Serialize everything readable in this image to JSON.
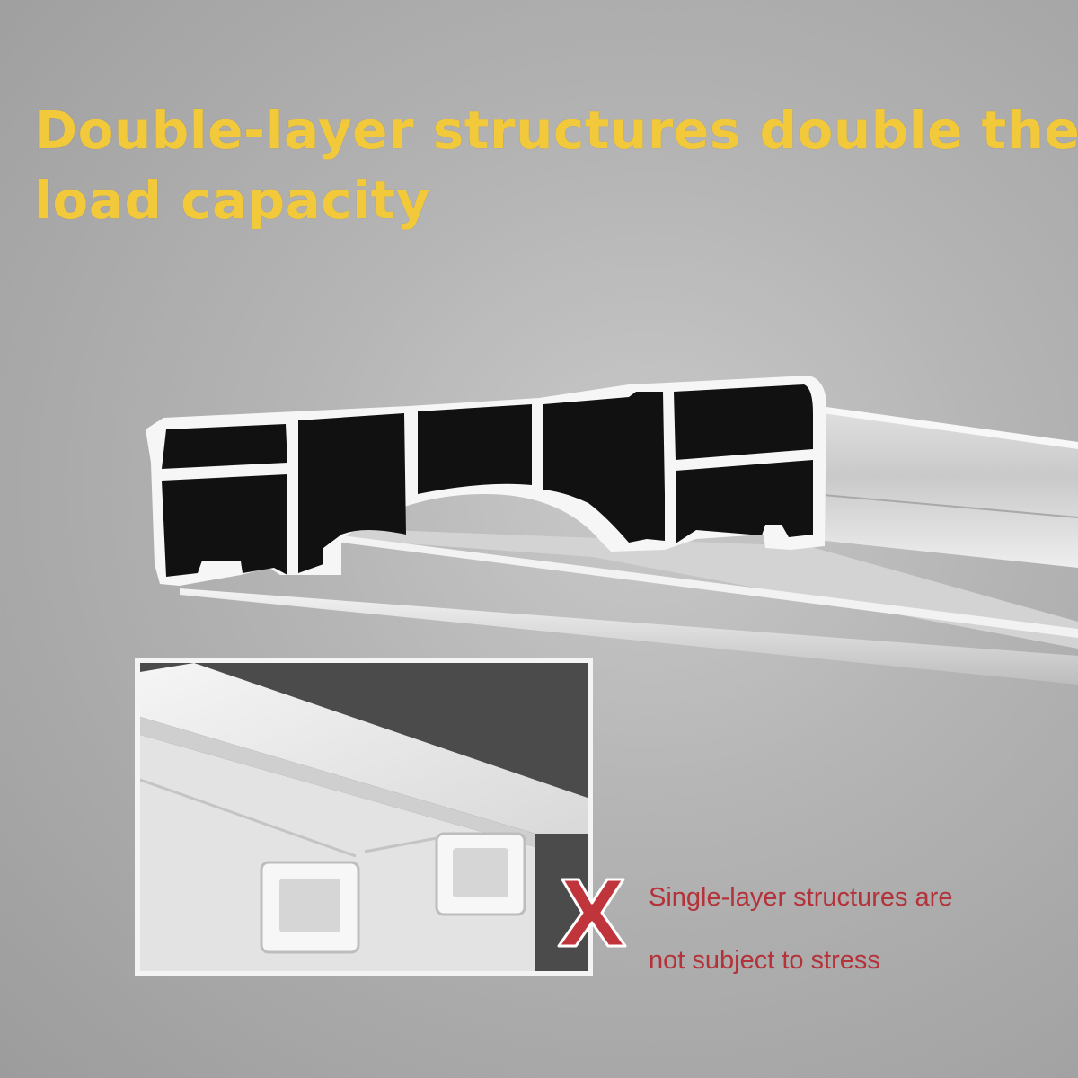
{
  "headline": {
    "line1": "Double-layer structures double the",
    "line2": "load capacity"
  },
  "comparison_note": {
    "line1": "Single-layer structures are",
    "line2": "not subject to stress"
  },
  "icons": {
    "comparison_mark": "x-mark-icon"
  },
  "colors": {
    "headline": "#f2c93a",
    "note": "#b4323a",
    "x_mark": "#c0343b",
    "profile_fill": "#111111",
    "inset_background": "#4b4b4b"
  }
}
